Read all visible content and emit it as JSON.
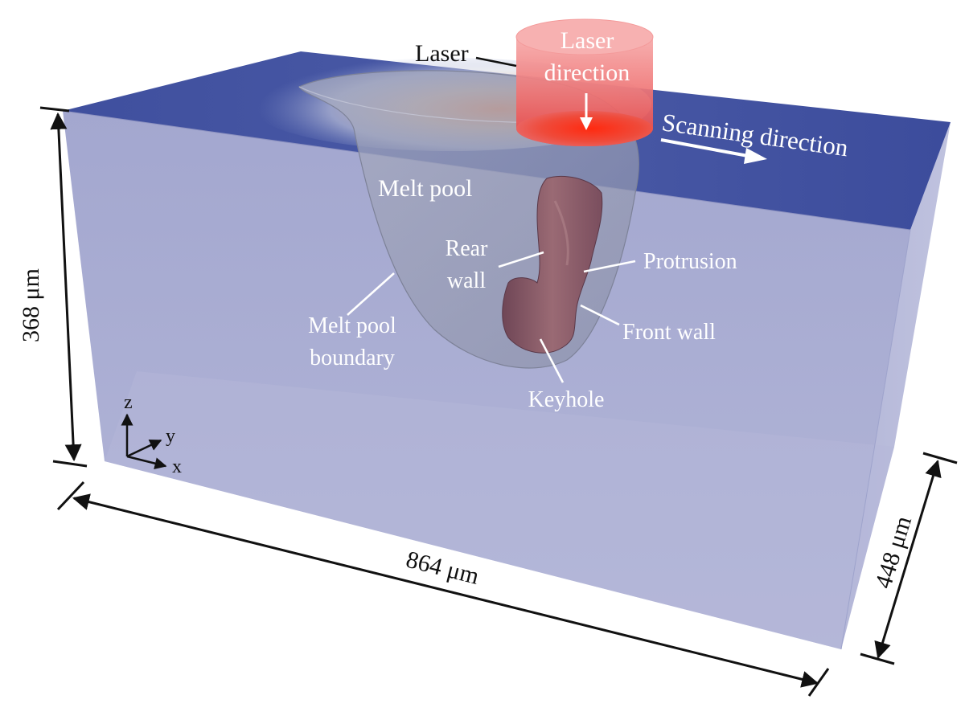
{
  "labels": {
    "laser": "Laser",
    "laser_direction_line1": "Laser",
    "laser_direction_line2": "direction",
    "scanning_direction": "Scanning direction",
    "melt_pool": "Melt pool",
    "rear_wall_line1": "Rear",
    "rear_wall_line2": "wall",
    "protrusion": "Protrusion",
    "front_wall": "Front wall",
    "melt_pool_boundary_line1": "Melt pool",
    "melt_pool_boundary_line2": "boundary",
    "keyhole": "Keyhole"
  },
  "axes": {
    "z": "z",
    "y": "y",
    "x": "x"
  },
  "dimensions": {
    "height": "368 μm",
    "length": "864 μm",
    "width": "448 μm"
  },
  "colors": {
    "top_surface": "#3a4a9e",
    "box_side": "#aeb2d6",
    "laser": "#f05a5a",
    "keyhole": "#8a5a68",
    "melt_pool": "#9aa0b8"
  }
}
